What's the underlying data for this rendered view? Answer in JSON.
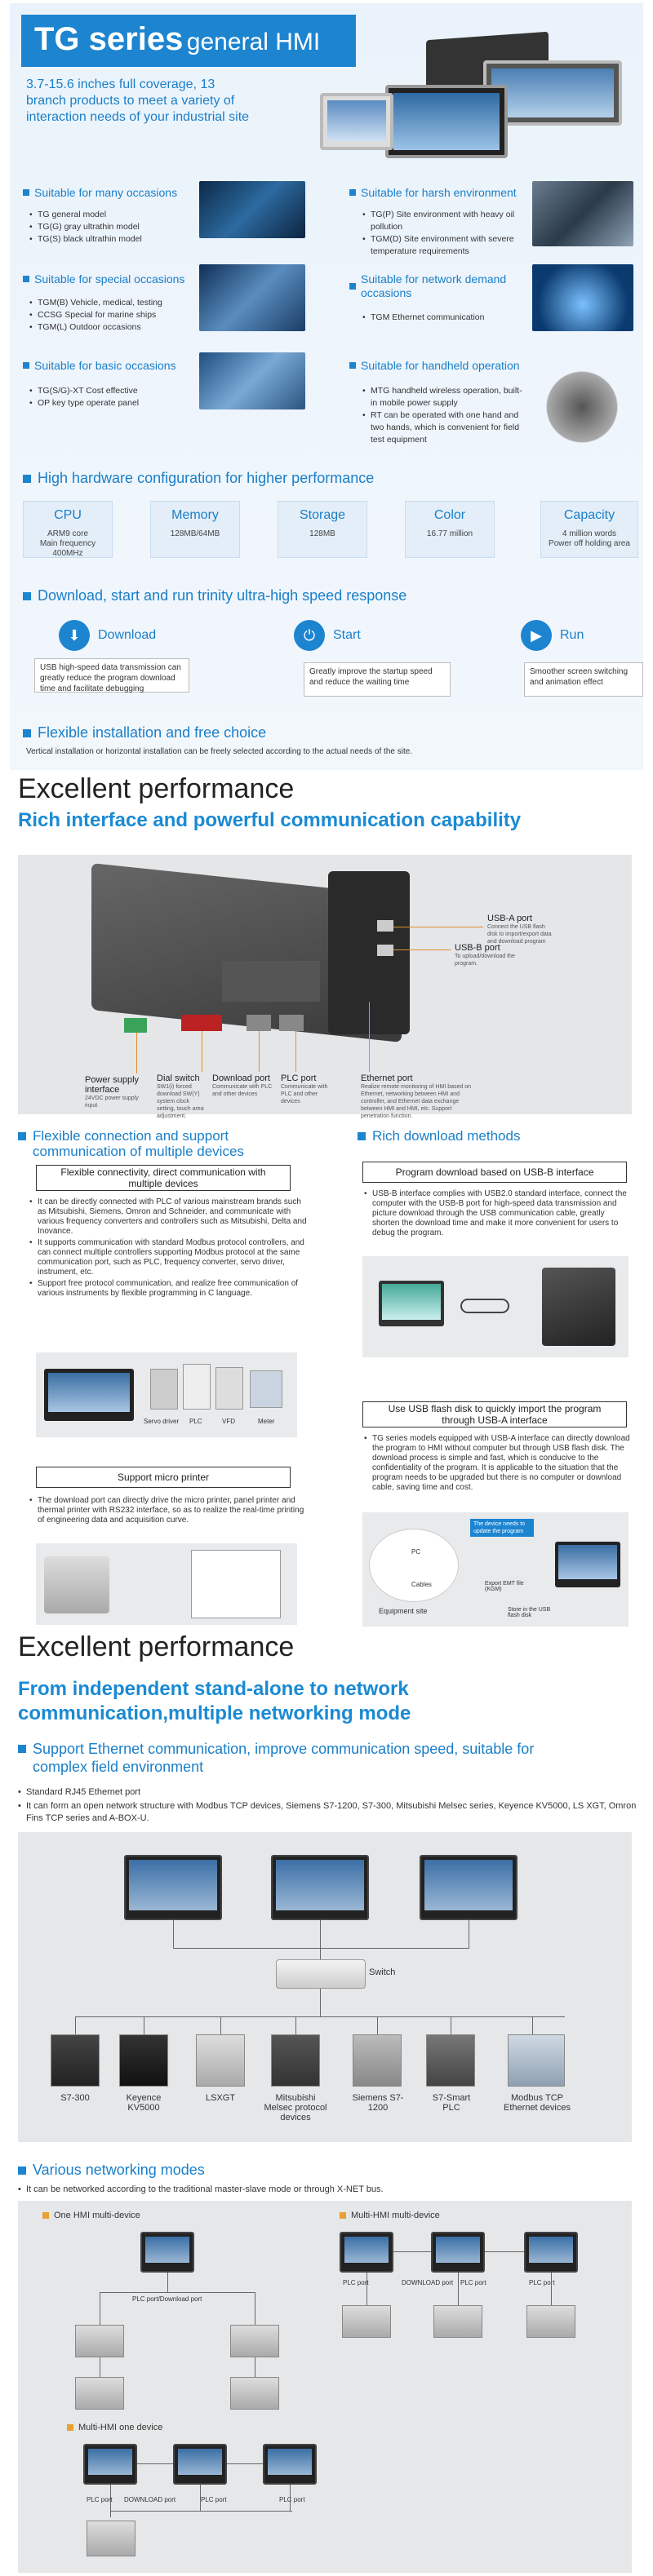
{
  "hero": {
    "title_main": "TG series",
    "title_sub": "general HMI",
    "subtitle": "3.7-15.6 inches full coverage, 13 branch products to meet a variety of interaction needs of your industrial site",
    "features": [
      {
        "title": "Suitable for many occasions",
        "items": [
          "TG general model",
          "TG(G) gray ultrathin model",
          "TG(S) black ultrathin model"
        ]
      },
      {
        "title": "Suitable for harsh environment",
        "items": [
          "TG(P) Site environment with heavy oil pollution",
          "TGM(D) Site environment with severe temperature requirements"
        ]
      },
      {
        "title": "Suitable for special occasions",
        "items": [
          "TGM(B) Vehicle, medical, testing",
          "CCSG Special for marine ships",
          "TGM(L) Outdoor occasions"
        ]
      },
      {
        "title": "Suitable for network demand occasions",
        "items": [
          "TGM Ethernet communication"
        ]
      },
      {
        "title": "Suitable for basic occasions",
        "items": [
          "TG(S/G)-XT Cost effective",
          "OP key type operate panel"
        ]
      },
      {
        "title": "Suitable for handheld operation",
        "items": [
          "MTG handheld wireless operation, built-in mobile power supply",
          "RT can be operated with one hand and two hands, which is convenient for field test equipment"
        ]
      }
    ],
    "hw_title": "High hardware configuration for higher performance",
    "specs": [
      {
        "title": "CPU",
        "value": "ARM9 core\nMain frequency 400MHz"
      },
      {
        "title": "Memory",
        "value": "128MB/64MB"
      },
      {
        "title": "Storage",
        "value": "128MB"
      },
      {
        "title": "Color",
        "value": "16.77 million"
      },
      {
        "title": "Capacity",
        "value": "4 million words\nPower off holding area"
      }
    ],
    "dl_title": "Download, start and run trinity ultra-high speed response",
    "dl_items": [
      {
        "label": "Download",
        "desc": "USB high-speed data transmission can greatly reduce the program download time and facilitate debugging"
      },
      {
        "label": "Start",
        "desc": "Greatly improve the startup speed and reduce the waiting time"
      },
      {
        "label": "Run",
        "desc": "Smoother screen switching and animation effect"
      }
    ],
    "install_title": "Flexible installation and free choice",
    "install_desc": "Vertical installation or horizontal installation can be freely selected according to the actual needs of the site."
  },
  "perf1": {
    "heading": "Excellent performance",
    "subheading": "Rich interface and powerful communication capability",
    "callouts": [
      {
        "label": "USB-A port",
        "desc": "Connect the USB flash disk to import/export data and download program"
      },
      {
        "label": "USB-B port",
        "desc": "To upload/download the program."
      },
      {
        "label": "Power supply interface",
        "desc": "24VDC power supply input"
      },
      {
        "label": "Dial switch",
        "desc": "SW1(i) forced download SW(Y) system clock setting, touch area adjustment."
      },
      {
        "label": "Download port",
        "desc": "Communicate with PLC and other devices"
      },
      {
        "label": "PLC port",
        "desc": "Communicate with PLC and other devices"
      },
      {
        "label": "Ethernet port",
        "desc": "Realize remote monitoring of HMI based on Ethernet, networking between HMI and controller, and Ethernet data exchange between HMI and HMI, etc. Support penetration function."
      }
    ],
    "flex_title": "Flexible connection and support communication of multiple devices",
    "flex_box": "Flexible connectivity, direct communication with multiple devices",
    "flex_items": [
      "It can be directly connected with PLC of various mainstream brands such as Mitsubishi, Siemens, Omron and Schneider, and communicate with various frequency converters and controllers such as Mitsubishi, Delta and Inovance.",
      "It supports communication with standard Modbus protocol controllers, and can connect multiple controllers supporting Modbus protocol at the same communication port, such as PLC, frequency converter, servo driver, instrument, etc.",
      "Support free protocol communication, and realize free communication of various instruments by flexible programming in C language."
    ],
    "flex_devices": [
      "Servo driver",
      "PLC",
      "VFD",
      "Meter"
    ],
    "printer_box": "Support micro printer",
    "printer_items": [
      "The download port can directly drive the micro printer, panel printer and thermal printer with RS232 interface, so as to realize the real-time printing of engineering data and acquisition curve."
    ],
    "rich_title": "Rich download methods",
    "usbb_box": "Program download based on USB-B interface",
    "usbb_items": [
      "USB-B interface complies with USB2.0 standard interface, connect the computer with the USB-B port for high-speed data transmission and picture download through the USB communication cable, greatly shorten the download time and make it more convenient for users to debug the program."
    ],
    "usba_box": "Use USB flash disk to quickly import the program through USB-A interface",
    "usba_items": [
      "TG series models equipped with USB-A interface can directly download the program to HMI without computer but through USB flash disk. The download process is simple and fast, which is conducive to the confidentiality of the program. It is applicable to the situation that the program needs to be upgraded but there is no computer or download cable, saving time and cost."
    ],
    "usba_labels": {
      "pc": "PC",
      "cables": "Cables",
      "equipment": "Equipment site",
      "export": "Export EMT file (KGM)",
      "store": "Store in the USB flash disk",
      "bubble": "The device needs to update the program"
    }
  },
  "perf2": {
    "heading": "Excellent performance",
    "subheading": "From independent stand-alone to network communication,multiple networking mode",
    "eth_title": "Support Ethernet communication, improve communication speed, suitable for complex field environment",
    "eth_items": [
      "Standard RJ45 Ethernet port",
      "It can form an open network structure with Modbus TCP devices, Siemens S7-1200, S7-300, Mitsubishi Melsec series, Keyence KV5000, LS XGT, Omron Fins TCP series and A-BOX-U."
    ],
    "switch_label": "Switch",
    "devices": [
      "S7-300",
      "Keyence KV5000",
      "LSXGT",
      "Mitsubishi Melsec protocol devices",
      "Siemens S7-1200",
      "S7-Smart PLC",
      "Modbus TCP Ethernet devices"
    ],
    "various_title": "Various networking modes",
    "various_desc": "It can be networked according to the traditional master-slave mode or through X-NET bus.",
    "mode1": "One HMI multi-device",
    "mode2": "Multi-HMI multi-device",
    "mode3": "Multi-HMI one device",
    "port_labels": {
      "plc_dl": "PLC port/Download port",
      "plc": "PLC port",
      "dl": "DOWNLOAD port"
    }
  }
}
